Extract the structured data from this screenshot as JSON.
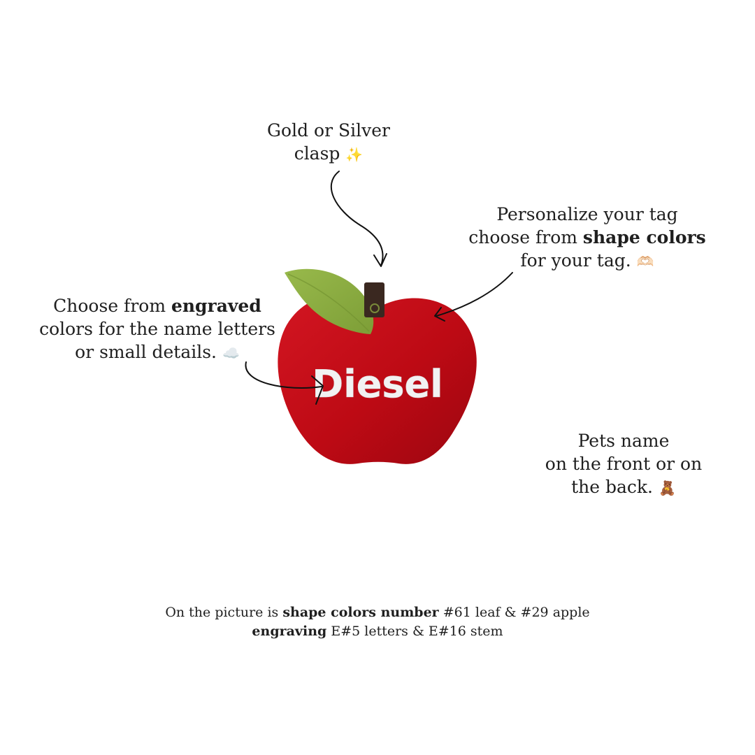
{
  "notes": {
    "clasp": {
      "line1": "Gold or Silver",
      "line2": "clasp",
      "emoji": "✨"
    },
    "shape": {
      "line1": "Personalize your tag",
      "line2_pre": "choose from ",
      "line2_bold": "shape colors",
      "line3": "for your tag.",
      "emoji": "🫶🏻"
    },
    "engraved": {
      "line1_pre": "Choose from ",
      "line1_bold": "engraved",
      "line2": "colors for the name letters",
      "line3": "or small details.",
      "emoji": "☁️"
    },
    "pets": {
      "line1": "Pets name",
      "line2": "on the front or on",
      "line3": "the back.",
      "emoji": "🧸"
    }
  },
  "tag": {
    "name": "Diesel",
    "apple_color": "#bd0a14",
    "leaf_color": "#8fb042",
    "stem_color": "#3a2820",
    "letter_color": "#f2f2f2"
  },
  "footer": {
    "line1_pre": "On the picture is ",
    "line1_bold": "shape colors number",
    "line1_post": " #61 leaf & #29 apple",
    "line2_bold": "engraving",
    "line2_post": " E#5 letters & E#16 stem"
  }
}
